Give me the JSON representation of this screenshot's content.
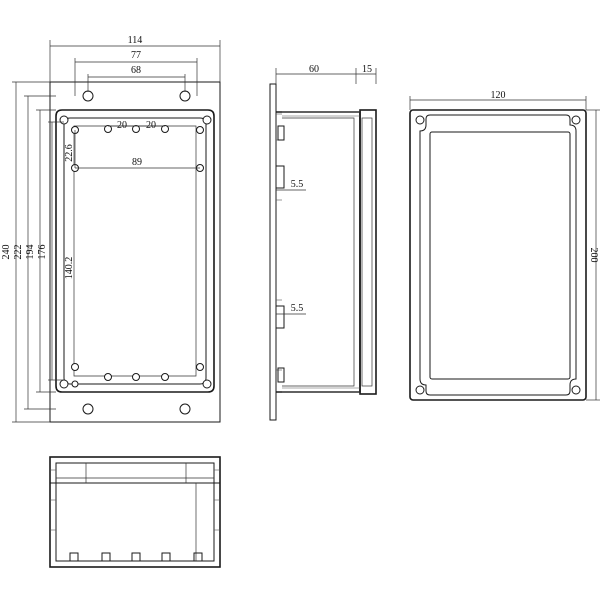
{
  "drawing": {
    "front_view": {
      "dimensions": {
        "overall_width": "114",
        "hole_spacing_outer": "77",
        "hole_spacing_inner": "68",
        "boss_spacing_left": "20",
        "boss_spacing_right": "20",
        "boss_span": "89",
        "boss_offset": "22.6",
        "overall_height": "240",
        "body_height": "222",
        "inner_height_1": "194",
        "inner_height_2": "176",
        "boss_height": "140.2"
      }
    },
    "side_view": {
      "dimensions": {
        "depth": "60",
        "lid_depth": "15",
        "rib_upper": "5.5",
        "rib_lower": "5.5"
      }
    },
    "lid_view": {
      "dimensions": {
        "width": "120",
        "height": "200"
      }
    }
  },
  "colors": {
    "line": "#1a1a1a",
    "background": "#ffffff"
  }
}
